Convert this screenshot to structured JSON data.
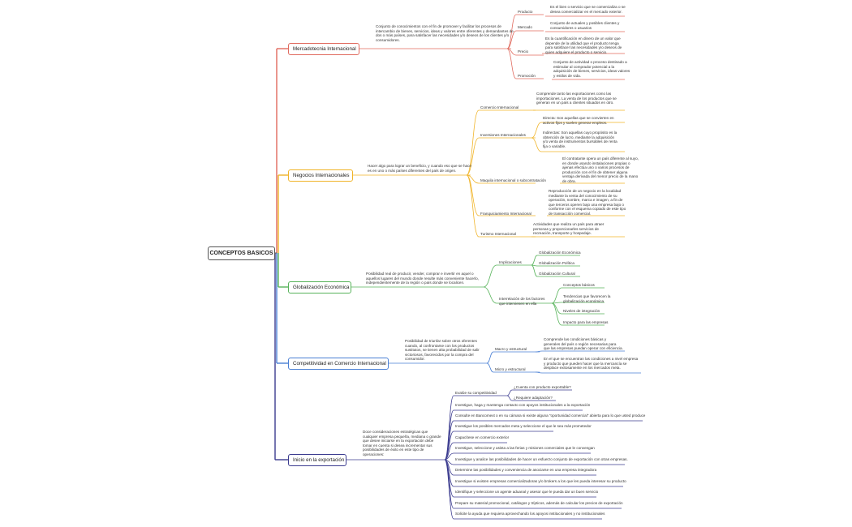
{
  "colors": {
    "marketing": "#e06a5e",
    "business": "#f0b429",
    "globalization": "#57b35a",
    "competitiveness": "#4a7fd4",
    "export": "#3b3b8f",
    "root": "#555555"
  },
  "root": {
    "label": "CONCEPTOS BASICOS"
  },
  "marketing": {
    "label": "Mercadotecnia Internacional",
    "desc": "Conjunto de conocimientos con el fin de promover y facilitar los procesos de intercambio de bienes, servicios, ideas y valores entre oferentes y demandantes de dos o más países, para satisfacer las necesidades y/o deseos de los clientes y/o consumidores.",
    "items": [
      {
        "label": "Producto",
        "text": "Es el bien o servicio que se comercializa o se desea comercializar en el mercado exterior."
      },
      {
        "label": "Mercado",
        "text": "Conjunto de actuales y posibles clientes y consumidores o usuarios"
      },
      {
        "label": "Precio",
        "text": "Es la cuantificación en dinero de un valor que depende de la utilidad que el producto tenga para satisfacer las necesidades y/o deseos de quien adquiere el producto o servicio."
      },
      {
        "label": "Promoción",
        "text": "Conjunto de actividad o proceso destinado a estimular al comprador potencial a la adquisición de bienes, servicios, ideas valores y estilos de vida."
      }
    ]
  },
  "business": {
    "label": "Negocios Internacionales",
    "desc": "Hacer algo para lograr un beneficio, y cuando eso que se hace es en uno o más países diferentes del país de origen.",
    "items": [
      {
        "label": "Comercio Internacional",
        "text": "Comprende tanto las exportaciones como las importaciones. La venta de los productos que se generan en un país a clientes situados en otro."
      },
      {
        "label": "Inversiones Internacionales",
        "text": "Directa: Son aquellas que se convierten en activos fijos y suelen generar empleos.",
        "text2": "Indirectas: Son aquellas cuyo propósito es la obtención de lucro, mediante la adquisición y/o venta de instrumentos bursátiles de renta fija o variable."
      },
      {
        "label": "Maquila internacional o subcontratación",
        "text": "El contratante opera un país diferente al suyo, en donde usando instalaciones propias o ajenas efectúa uno o varios procesos de producción con el fin de obtener alguna ventaja derivada del menor precio de la mano de obra."
      },
      {
        "label": "Franquiciamiento Internacional",
        "text": "Reproducción de un negocio en la localidad mediante la venta del conocimiento de su operación, nombre, marca e imagen, a fin de que terceros operen bajo una empresa bajo o conforme con el esquema copiado de este tipo de transacción comercial."
      },
      {
        "label": "Turismo Internacional",
        "text": "Actividades que realiza un país para atraer personas y proporcionarles servicios de recreación, transporte y hospedaje."
      }
    ]
  },
  "globalization": {
    "label": "Globalización Económica",
    "desc": "Posibilidad real de producir, vender, comprar e invertir en aquel o aquellos lugares del mundo donde resulte más conveniente hacerlo, independientemente de la región o país donde se localicen.",
    "implications_label": "Implicaciones",
    "implications": [
      "Globalización Económica",
      "Globalización Política",
      "Globalización Cultural"
    ],
    "factors_label": "Interrelación de los factores que intervienen en ella",
    "factors": [
      "Conceptos básicos",
      "Tendencias que favorecen la globalización económica",
      "Niveles de integración",
      "Impacto para las empresas"
    ]
  },
  "competitiveness": {
    "label": "Competitividad en Comercio Internacional",
    "desc": "Posibilidad de triunfar sobre otros oferentes cuando, al confrontarse con los productos sustitutos, se tienen alta probabilidad de salir victoriosos, favorecidos por la compra del consumidor.",
    "items": [
      {
        "label": "Macro y estructural",
        "text": "Comprende las condiciones básicas y generales del país o región necesarias para que las empresas puedan operar con eficiencia."
      },
      {
        "label": "Micro y estructural",
        "text": "En el que se encuentran las condiciones a nivel empresa y producto que pueden hacer que la mercancía se desplace exitosamente en los mercados meta."
      }
    ]
  },
  "export": {
    "label": "Inicio en la exportación",
    "desc": "Doce consideraciones estratégicas que cualquier empresa pequeña, mediana o grande que desee iniciarse en la exportación debe tomar en cuenta si desea incrementar sus posibilidades de éxito en este tipo de operaciones:",
    "first": {
      "label": "Evalúe su competitividad",
      "sub": [
        "¿Cuenta con producto exportable?",
        "¿Requiere adaptación?"
      ]
    },
    "items": [
      "Investigue, haga y mantenga contacto con apoyos institucionales a la exportación",
      "Consulte en Bancomext o en su cámara si existe alguna \"oportunidad comercial\" abierta para lo que usted produce",
      "Investigue los posibles mercados meta y seleccione el que le sea más prometedor",
      "Capacítese en comercio exterior",
      "Investigue, seleccione y asista a las ferias y misiones comerciales que le convengan",
      "Investigue y analice las posibilidades de hacer un esfuerzo conjunto de exportación con otras empresas.",
      "Determine las posibilidades y conveniencia de asociarse en una empresa integradora",
      "Investigue si existen empresas comercializadoras y/o brokers a los que les pueda interesar su producto",
      "Identifique y seleccione un agente aduanal y asesor que le pueda dar un buen servicio",
      "Prepare su material promocional, catálogos y trípticos, además de calcular los precios de exportación",
      "Solicite la ayuda que requiera aprovechando los apoyos institucionales y no institucionales"
    ]
  }
}
